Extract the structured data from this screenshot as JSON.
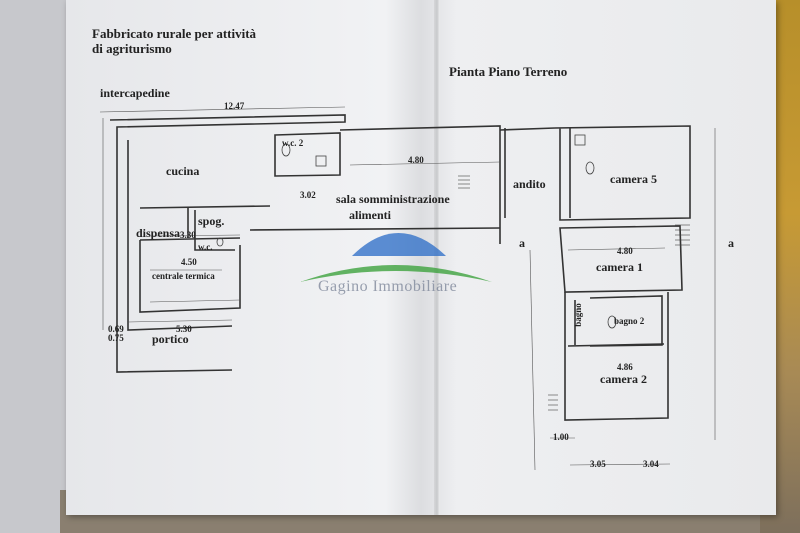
{
  "header": {
    "title_line1": "Fabbricato rurale per attività",
    "title_line2": "di agriturismo",
    "plan_title": "Pianta Piano Terreno"
  },
  "labels": {
    "intercapedine": "intercapedine",
    "cucina": "cucina",
    "wc2": "w.c. 2",
    "sala": "sala somministrazione",
    "alimenti": "alimenti",
    "andito": "andito",
    "camera5": "camera 5",
    "dispensa": "dispensa",
    "spog": "spog.",
    "wc": "w.c.",
    "centrale": "centrale termica",
    "camera1": "camera 1",
    "bagno2": "bagno 2",
    "bagno_side": "bagno",
    "camera2": "camera 2",
    "portico": "portico",
    "section_a": "a"
  },
  "watermark": {
    "text": "Gagino Immobiliare",
    "colors": {
      "blue": "#2f6fc8",
      "green": "#3aa13a"
    }
  },
  "dimensions": [
    "12.47",
    "4.80",
    "3.02",
    "3.30",
    "5.30",
    "4.80",
    "4.50",
    "4.86",
    "3.05",
    "3.04",
    "1.00",
    "0.69",
    "0.75"
  ]
}
